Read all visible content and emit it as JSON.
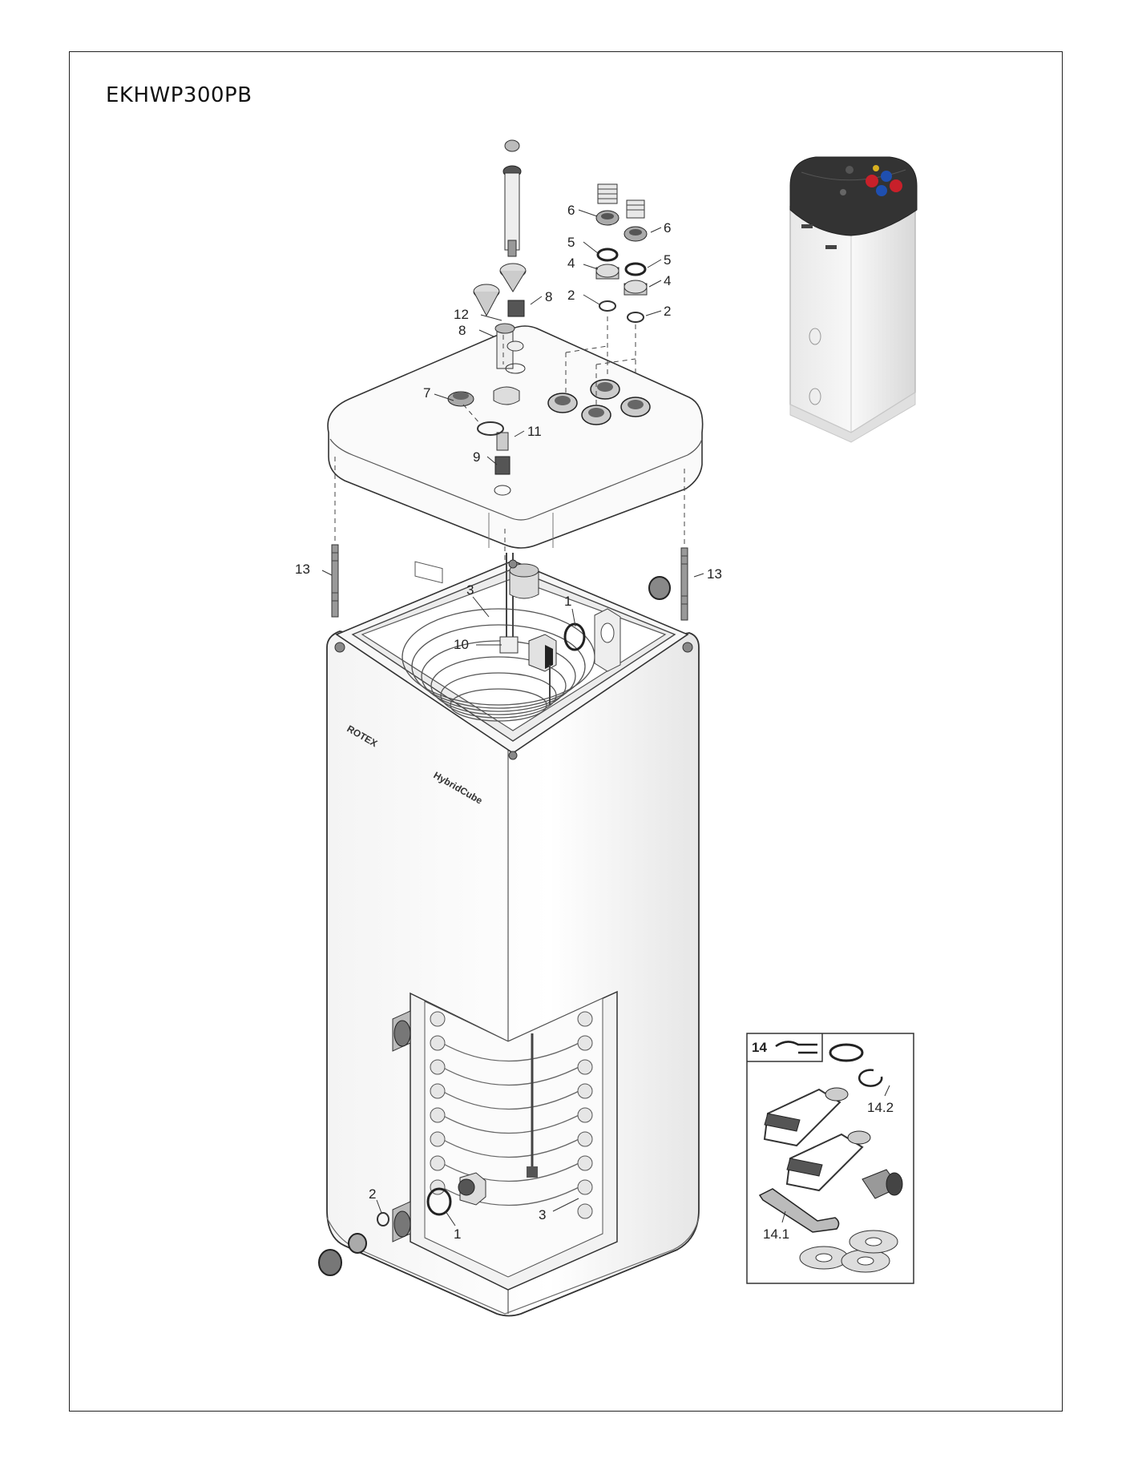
{
  "title": "EKHWP300PB",
  "brand": {
    "logo": "ROTEX",
    "model_mark": "HybridCube"
  },
  "callouts": {
    "c1a": "1",
    "c1b": "1",
    "c2a": "2",
    "c2b": "2",
    "c2c": "2",
    "c3a": "3",
    "c3b": "3",
    "c4a": "4",
    "c4b": "4",
    "c5a": "5",
    "c5b": "5",
    "c6a": "6",
    "c6b": "6",
    "c7": "7",
    "c8a": "8",
    "c8b": "8",
    "c9": "9",
    "c10": "10",
    "c11": "11",
    "c12": "12",
    "c13a": "13",
    "c13b": "13",
    "c14": "14",
    "c14_1": "14.1",
    "c14_2": "14.2"
  },
  "colors": {
    "line": "#333333",
    "tank_top": "#3a3a3a",
    "red": "#c8202a",
    "blue": "#1f4fb0",
    "yellow": "#d8b020"
  }
}
